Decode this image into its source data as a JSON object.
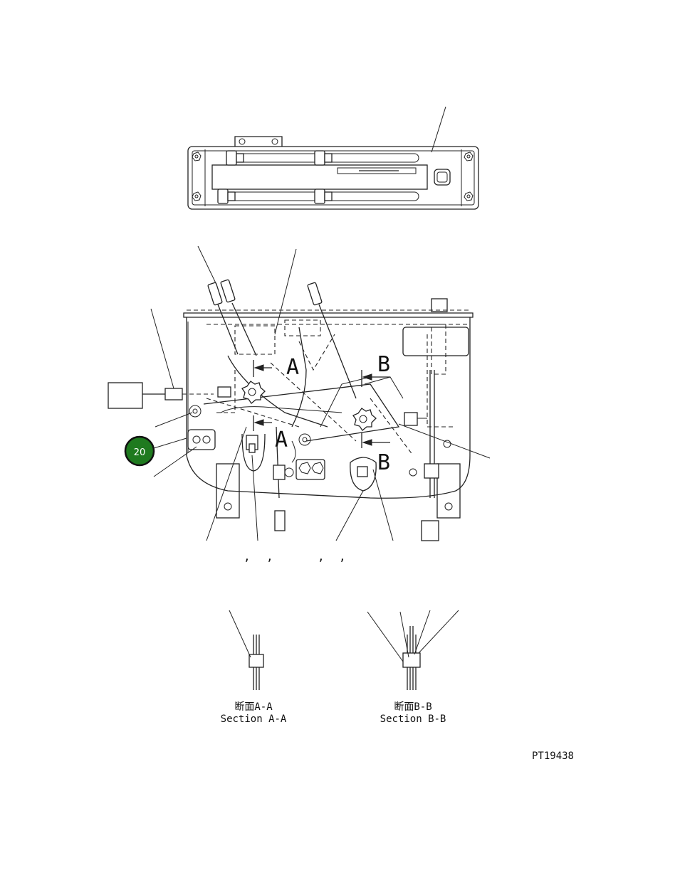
{
  "drawing": {
    "callout_badge_number": "20",
    "badge_color": "#1f7a1f",
    "label_A_top": "A",
    "label_A_bottom": "A",
    "label_B_top": "B",
    "label_B_bottom": "B",
    "comma_marks": [
      ",",
      ",",
      ",",
      ","
    ],
    "section_a_jp": "断面A-A",
    "section_a_en": "Section A-A",
    "section_b_jp": "断面B-B",
    "section_b_en": "Section B-B",
    "drawing_number": "PT19438"
  }
}
